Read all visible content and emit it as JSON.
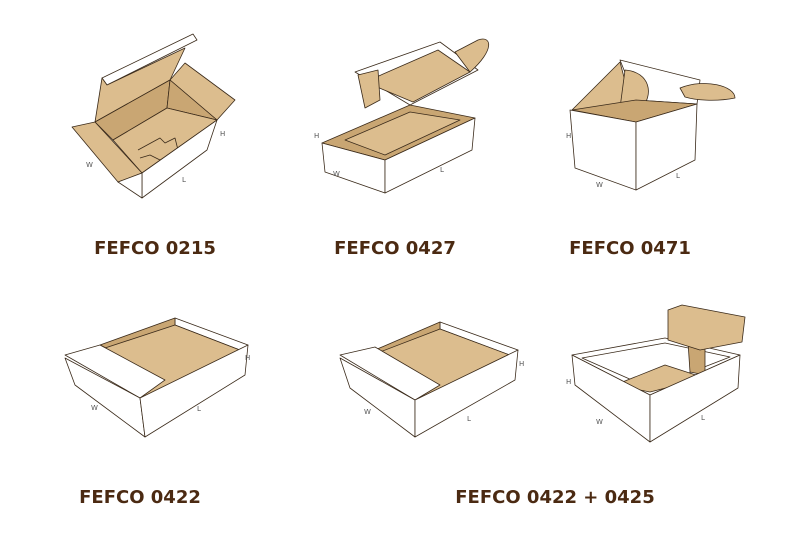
{
  "colors": {
    "label": "#4b2a12",
    "kraft": "#dcbd8e",
    "kraft_dark": "#c9a673",
    "outline": "#3a2a1a"
  },
  "dimension_letters": {
    "width": "W",
    "height": "H",
    "length": "L"
  },
  "boxes": [
    {
      "label": "FEFCO 0215"
    },
    {
      "label": "FEFCO 0427"
    },
    {
      "label": "FEFCO 0471"
    },
    {
      "label": "FEFCO 0422"
    },
    {
      "label": "FEFCO 0422 + 0425"
    }
  ]
}
